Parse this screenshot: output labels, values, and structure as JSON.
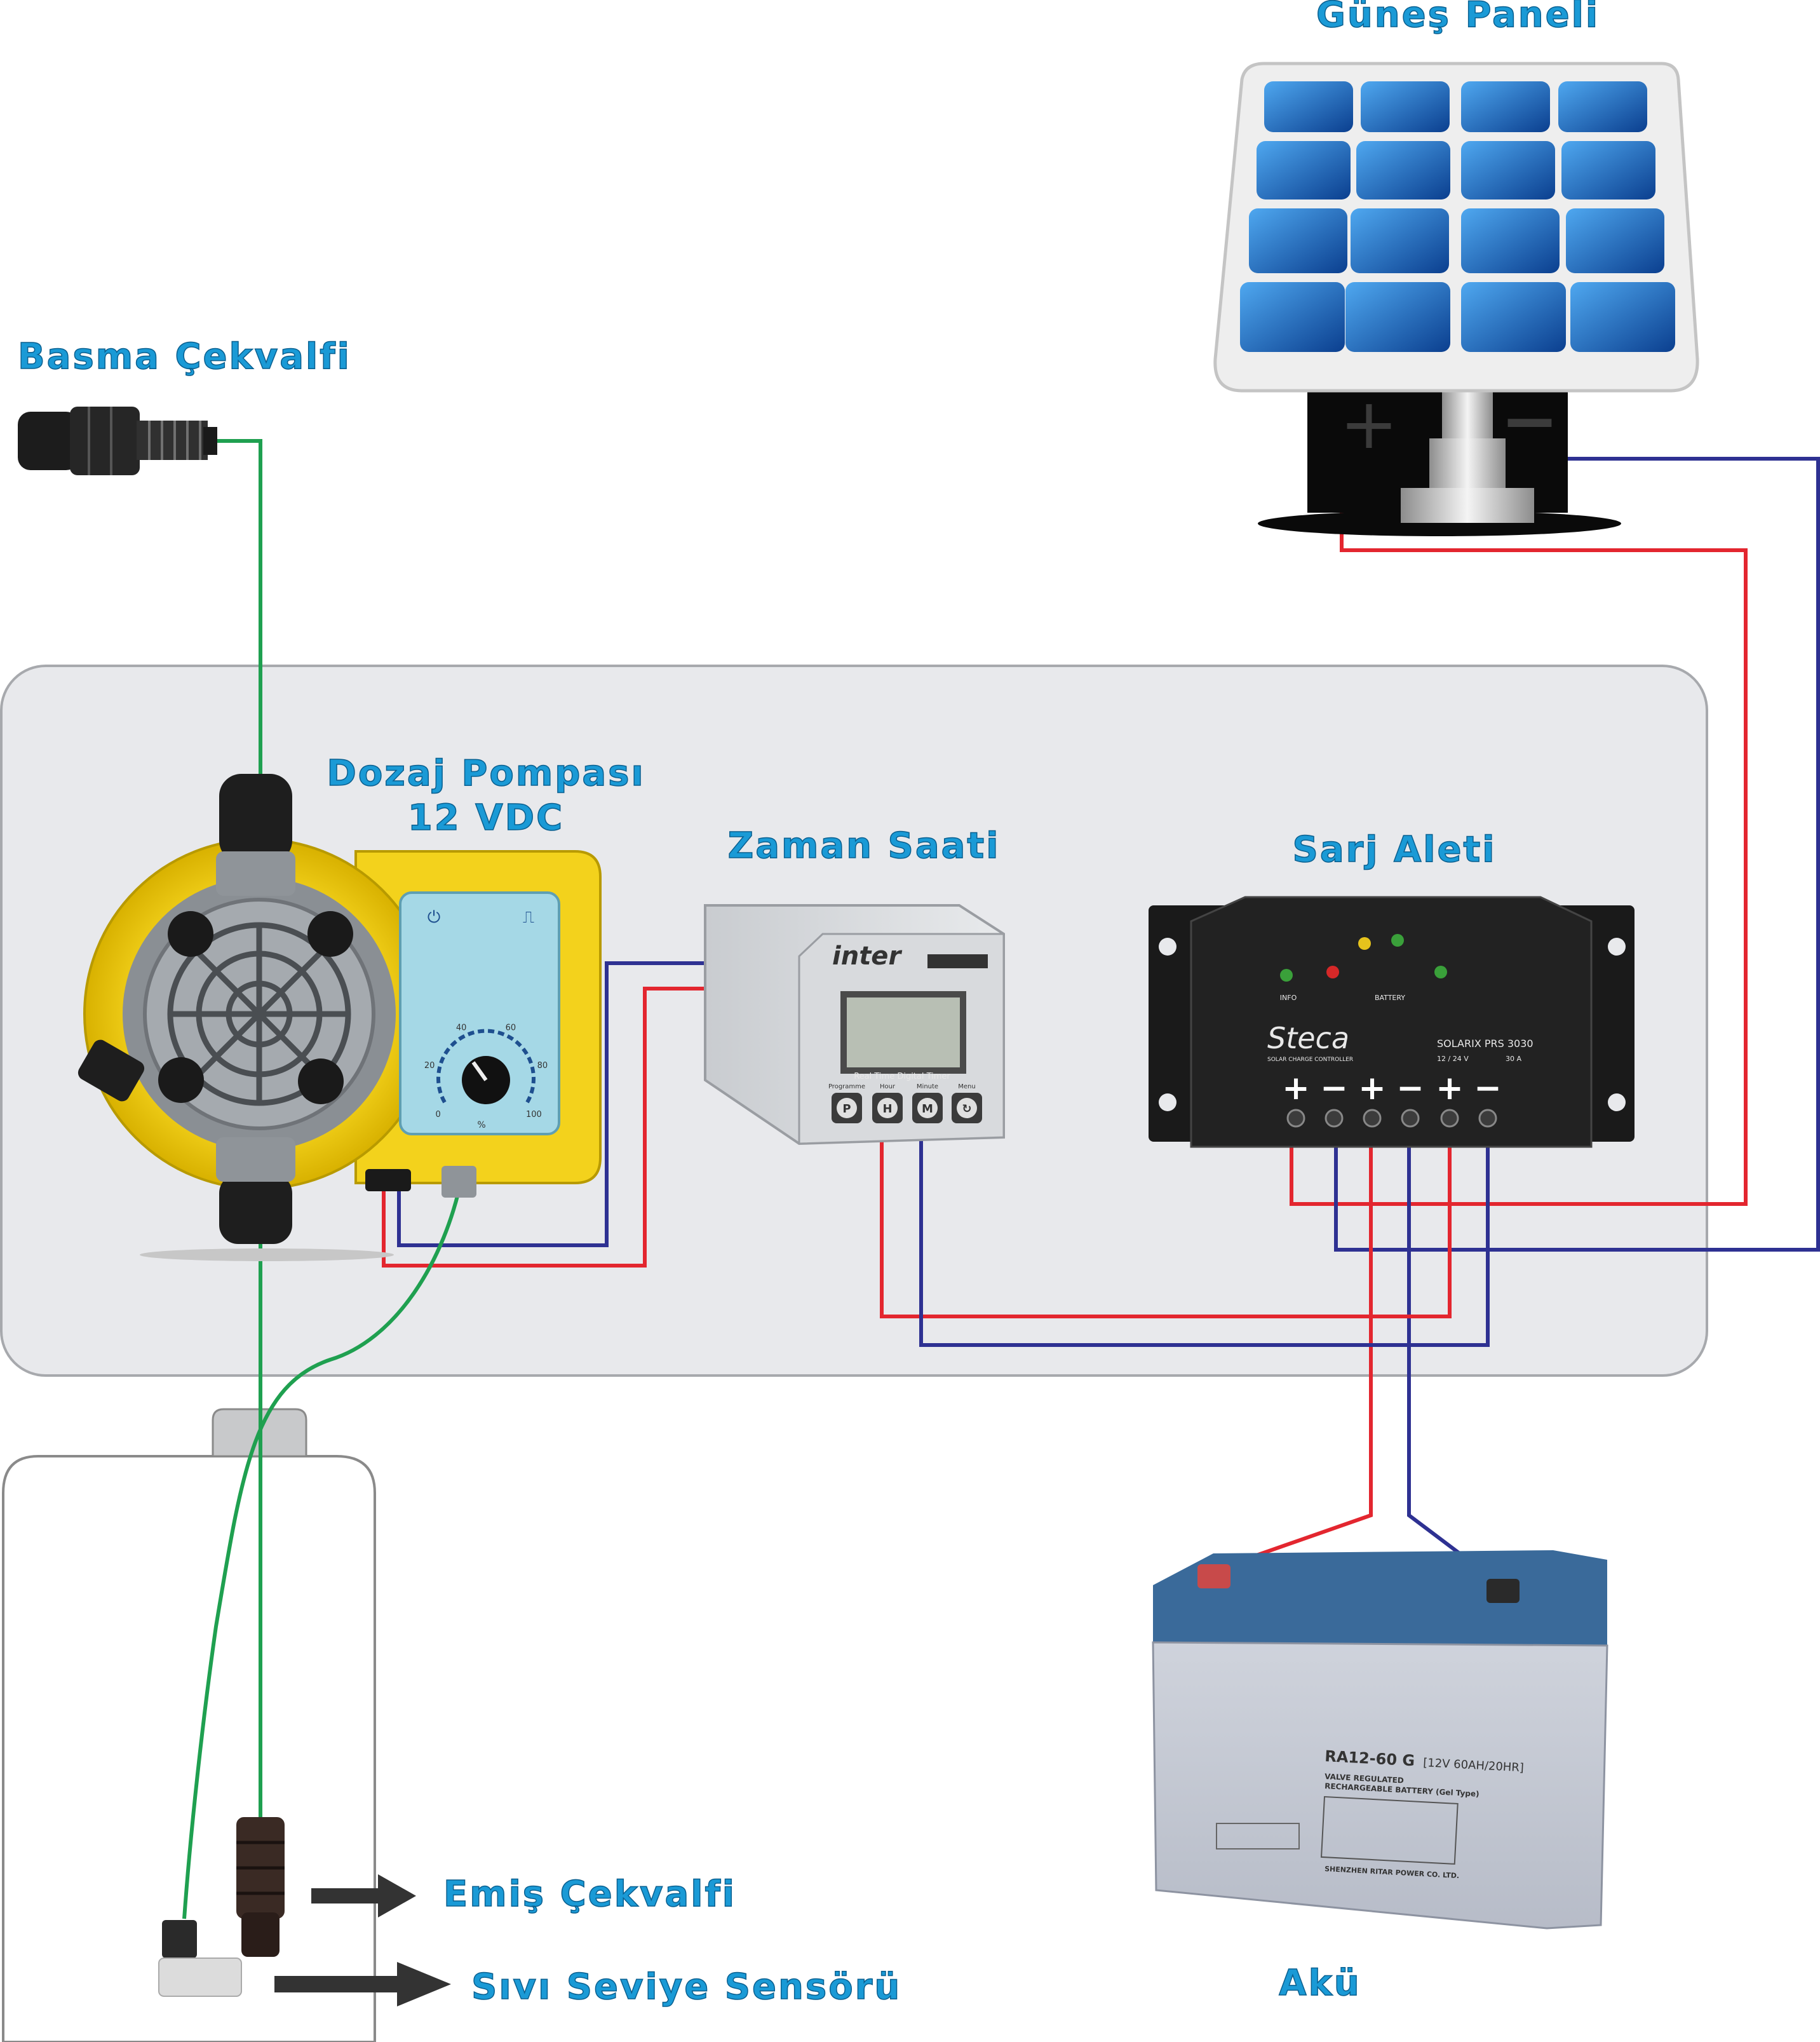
{
  "labels": {
    "solar_panel": "Güneş Paneli",
    "discharge_valve": "Basma Çekvalfi",
    "dosing_pump_line1": "Dozaj Pompası",
    "dosing_pump_line2": "12 VDC",
    "timer": "Zaman Saati",
    "charger": "Sarj Aleti",
    "suction_valve": "Emiş Çekvalfi",
    "level_sensor": "Sıvı Seviye Sensörü",
    "battery": "Akü"
  },
  "pump_dial": {
    "ticks": [
      "0",
      "20",
      "40",
      "60",
      "80",
      "100"
    ],
    "unit": "%"
  },
  "timer_device": {
    "brand": "inter",
    "subtitle": "Real Time Digital Timer",
    "buttons": [
      "Programme",
      "Hour",
      "Minute",
      "Menu"
    ],
    "button_glyphs": [
      "P",
      "H",
      "M",
      "↻"
    ]
  },
  "charger_device": {
    "brand": "Steca",
    "brand_sub": "SOLAR CHARGE CONTROLLER",
    "model": "SOLARIX PRS 3030",
    "voltage": "12 / 24 V",
    "current": "30 A",
    "led_labels": [
      "INFO",
      "BATTERY"
    ],
    "terminal_signs": [
      "+",
      "−",
      "+",
      "−",
      "+",
      "−"
    ]
  },
  "battery_device": {
    "model": "RA12-60 G",
    "rating": "[12V 60AH/20HR]",
    "type_line1": "VALVE REGULATED",
    "type_line2": "RECHARGEABLE BATTERY (Gel Type)",
    "maker": "SHENZHEN RITAR POWER CO. LTD."
  },
  "panel_signs": {
    "plus": "+",
    "minus": "−"
  },
  "colors": {
    "positive_wire": "#e3262f",
    "negative_wire": "#2e3192",
    "signal_wire": "#1fa050",
    "label": "#1a9ad6",
    "board": "#e8e9ec"
  }
}
